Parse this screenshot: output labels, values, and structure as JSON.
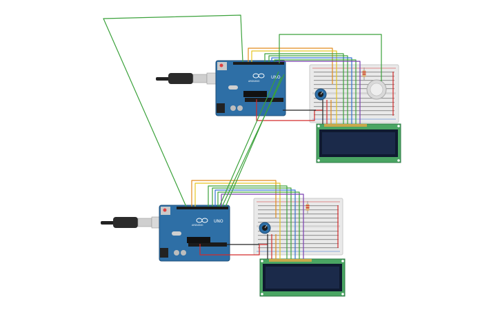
{
  "board_label": "UNO",
  "board_brand": "ARDUINO",
  "colors": {
    "board": "#2e6fa6",
    "board_dark": "#1f4f7a",
    "breadboard": "#e9e9e9",
    "lcd_pcb": "#4aa563",
    "lcd_screen": "#1b2a4a",
    "wire_green": "#3aa13a",
    "wire_orange": "#e28b1a",
    "wire_yellow": "#e5c420",
    "wire_purple": "#7a3fb0",
    "wire_blue": "#2f6fd0",
    "wire_red": "#d42a2a",
    "wire_black": "#222222"
  },
  "circuits": [
    {
      "id": "top",
      "has_piezo": true
    },
    {
      "id": "bottom",
      "has_piezo": false
    }
  ]
}
